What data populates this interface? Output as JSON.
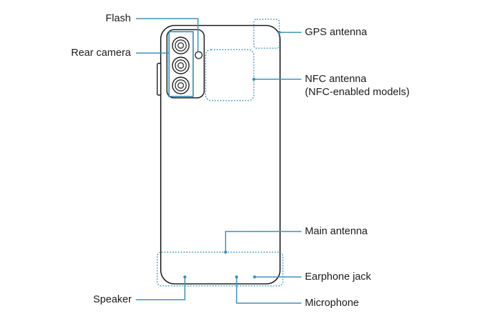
{
  "callouts": {
    "flash": "Flash",
    "rear_camera": "Rear camera",
    "speaker": "Speaker",
    "gps_antenna": "GPS antenna",
    "nfc_antenna_line1": "NFC antenna",
    "nfc_antenna_line2": "(NFC-enabled models)",
    "main_antenna": "Main antenna",
    "earphone_jack": "Earphone jack",
    "microphone": "Microphone"
  },
  "colors": {
    "outline": "#1a1a1a",
    "leader": "#3a8fb7",
    "dotted_region": "#3a8fb7",
    "camera_box": "#2f86b0"
  }
}
